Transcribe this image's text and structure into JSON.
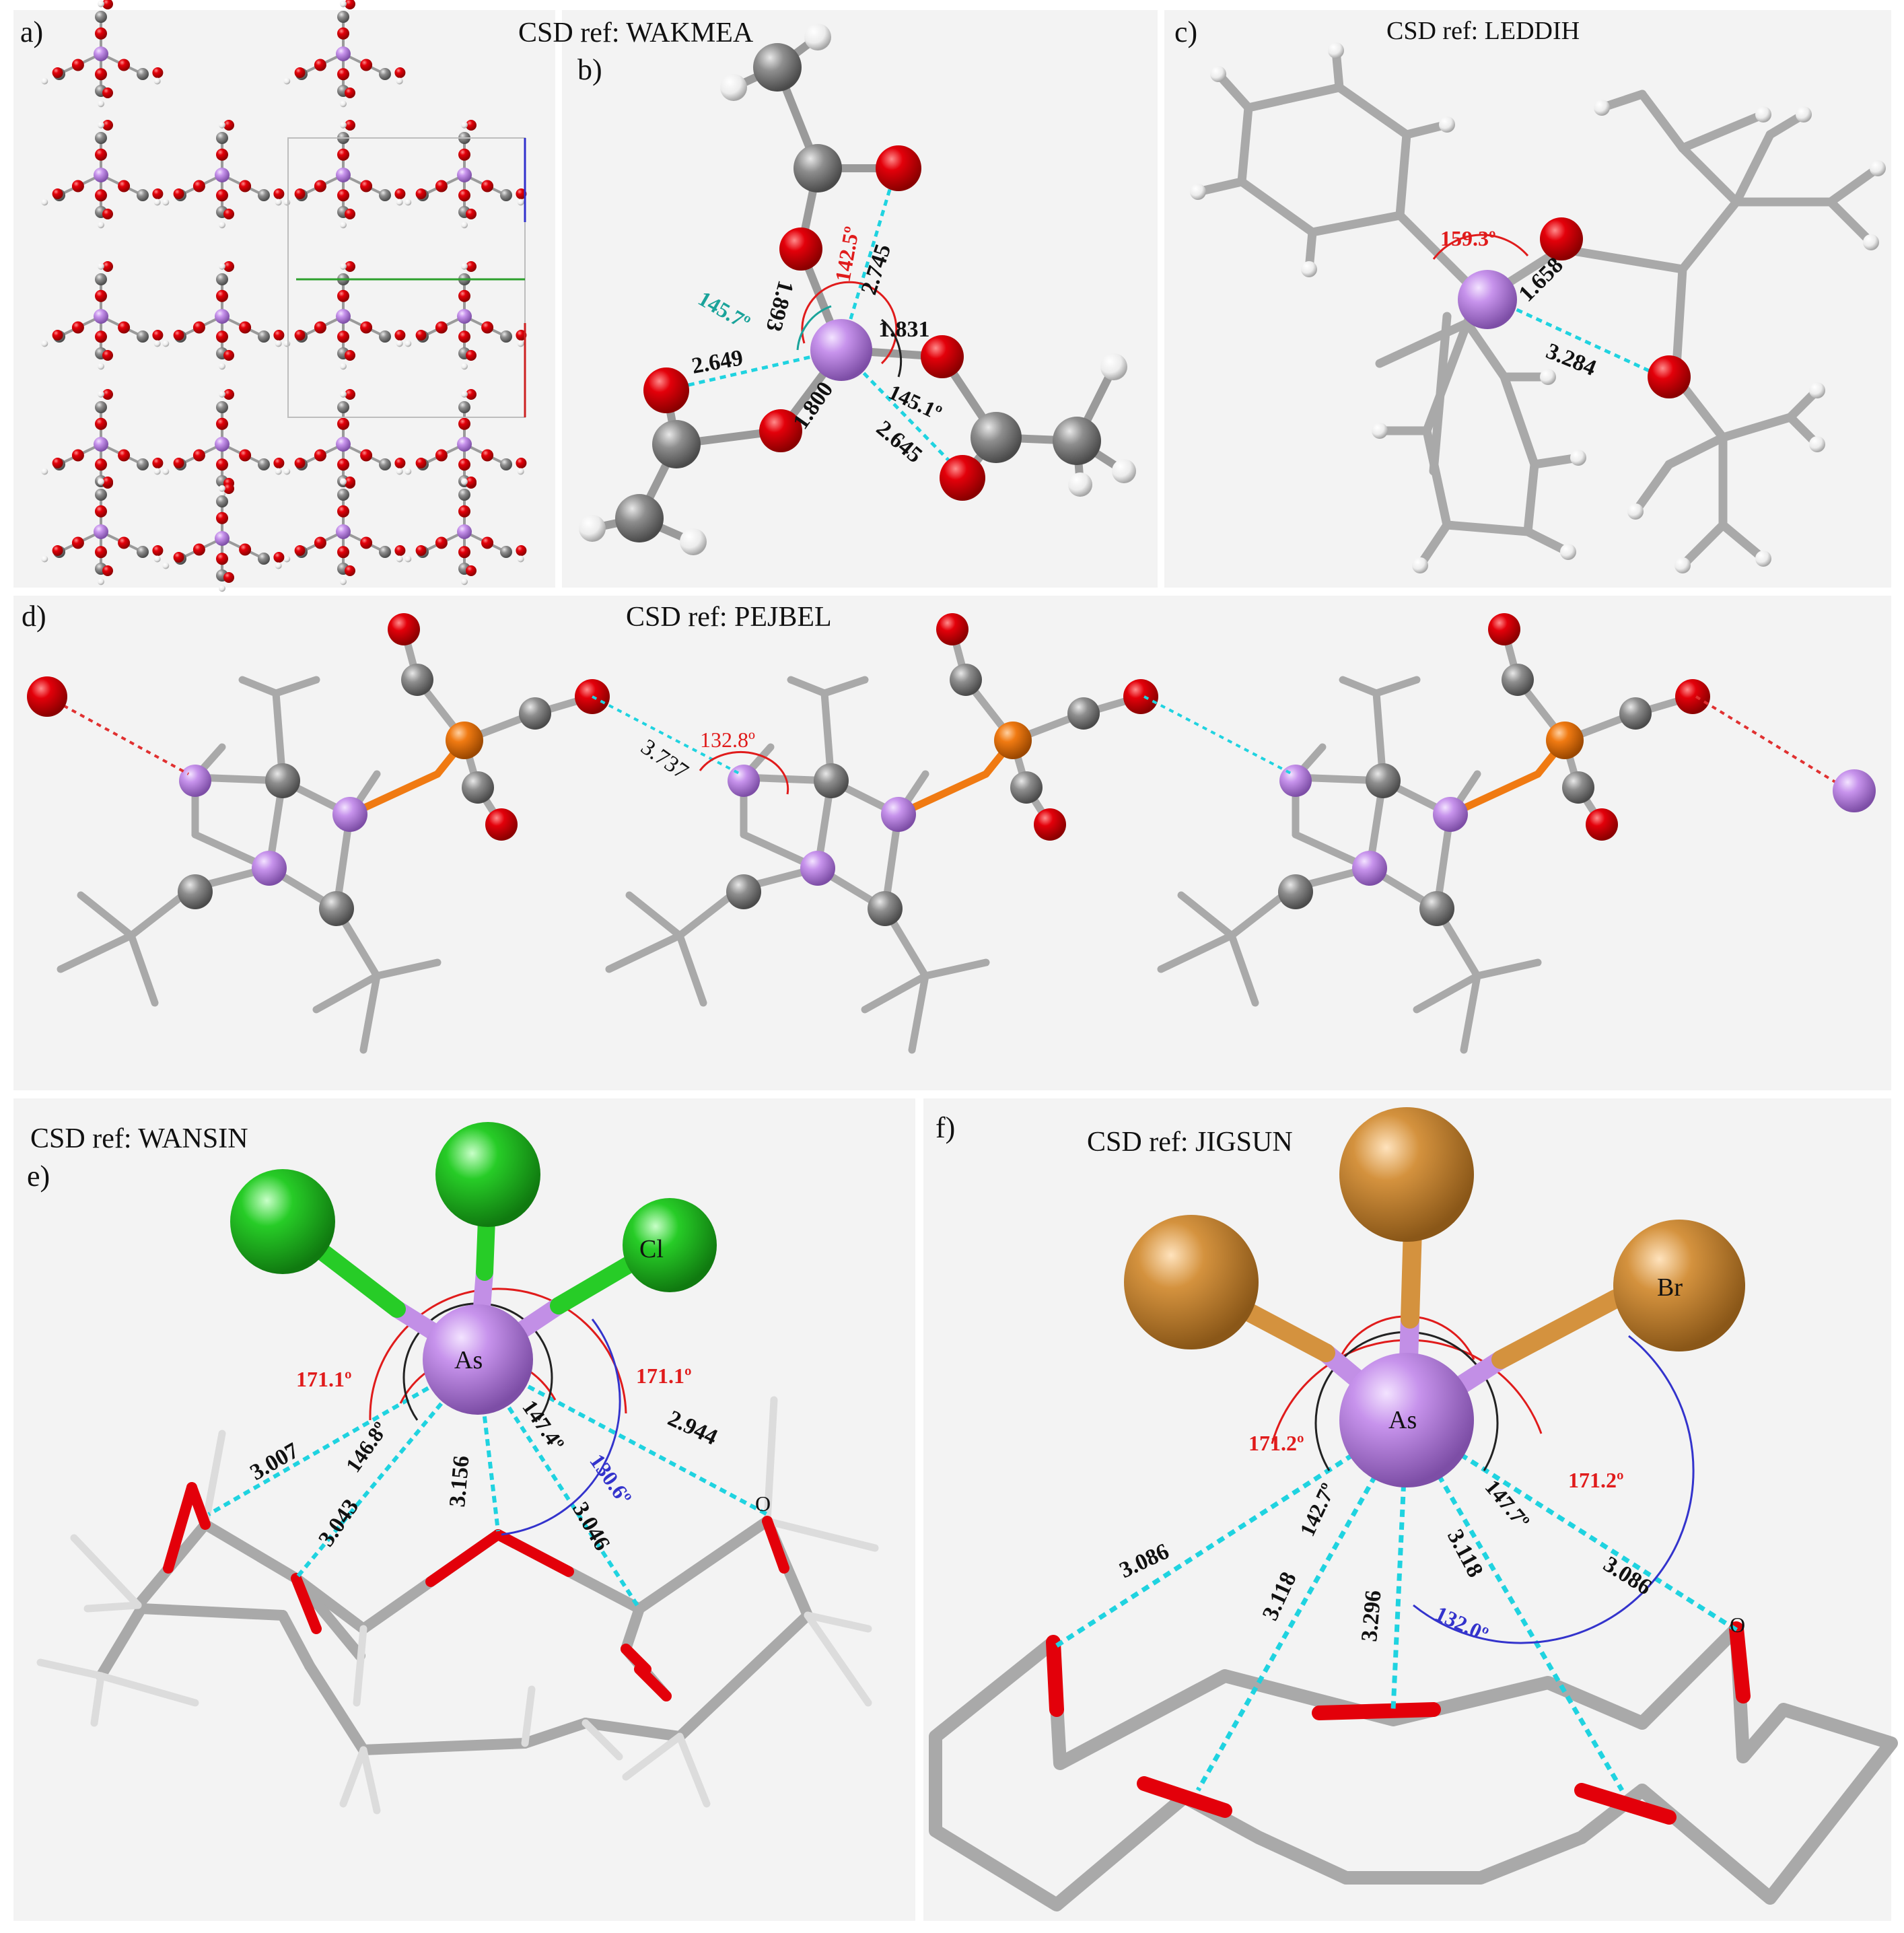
{
  "panels": {
    "a": {
      "label": "a)"
    },
    "b": {
      "label": "b)",
      "csd": "CSD ref: WAKMEA",
      "distances": [
        "2.745",
        "1.893",
        "1.831",
        "2.649",
        "1.800",
        "2.645"
      ],
      "angles": [
        "142.5º",
        "145.7º",
        "145.1º"
      ]
    },
    "c": {
      "label": "c)",
      "csd": "CSD ref: LEDDIH",
      "distances": [
        "1.658",
        "3.284"
      ],
      "angles": [
        "159.3º"
      ]
    },
    "d": {
      "label": "d)",
      "csd": "CSD ref: PEJBEL",
      "distances": [
        "3.737"
      ],
      "angles": [
        "132.8º"
      ]
    },
    "e": {
      "label": "e)",
      "csd": "CSD ref: WANSIN",
      "atoms": [
        "As",
        "Cl",
        "O"
      ],
      "distances": [
        "3.007",
        "3.043",
        "3.156",
        "3.046",
        "2.944"
      ],
      "angles": [
        "171.1º",
        "171.1º",
        "146.8º",
        "147.4º",
        "130.6º"
      ]
    },
    "f": {
      "label": "f)",
      "csd": "CSD ref: JIGSUN",
      "atoms": [
        "As",
        "Br",
        "O"
      ],
      "distances": [
        "3.086",
        "3.118",
        "3.296",
        "3.118",
        "3.086"
      ],
      "angles": [
        "171.2º",
        "171.2º",
        "142.7º",
        "147.7º",
        "132.0º"
      ]
    }
  },
  "colors": {
    "arsenic": "#c28fe6",
    "oxygen": "#e0000b",
    "carbon": "#8e8e8e",
    "hydrogen": "#f2f2f2",
    "chlorine": "#27cc27",
    "bromine": "#d4923e",
    "phosphorus": "#f07a12",
    "contact": "#1fd3e0",
    "angleRed": "#e01b1b",
    "angleBlue": "#3333cc",
    "angleTeal": "#1aa39a"
  }
}
